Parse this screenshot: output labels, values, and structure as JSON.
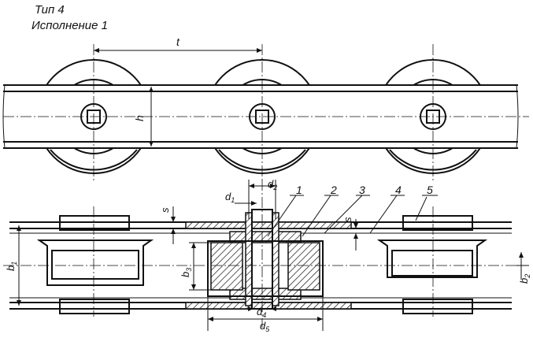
{
  "header": {
    "type_label": "Тип 4",
    "variant_label": "Исполнение 1"
  },
  "dimensions": {
    "pitch": "t",
    "height": "h",
    "plate_thickness_left": "s",
    "plate_thickness_right": "s",
    "inner_width": "b",
    "inner_width_sub": "1",
    "hub_width": "b",
    "hub_width_sub": "3",
    "offset": "b",
    "offset_sub": "2",
    "pin_diameter": "d",
    "pin_diameter_sub": "1",
    "bushing_diameter": "d",
    "bushing_diameter_sub": "2",
    "inner_diameter": "d",
    "inner_diameter_sub": "4",
    "roller_diameter": "d",
    "roller_diameter_sub": "5"
  },
  "part_numbers": [
    "1",
    "2",
    "3",
    "4",
    "5"
  ],
  "colors": {
    "ink": "#111111",
    "paper": "#ffffff"
  }
}
